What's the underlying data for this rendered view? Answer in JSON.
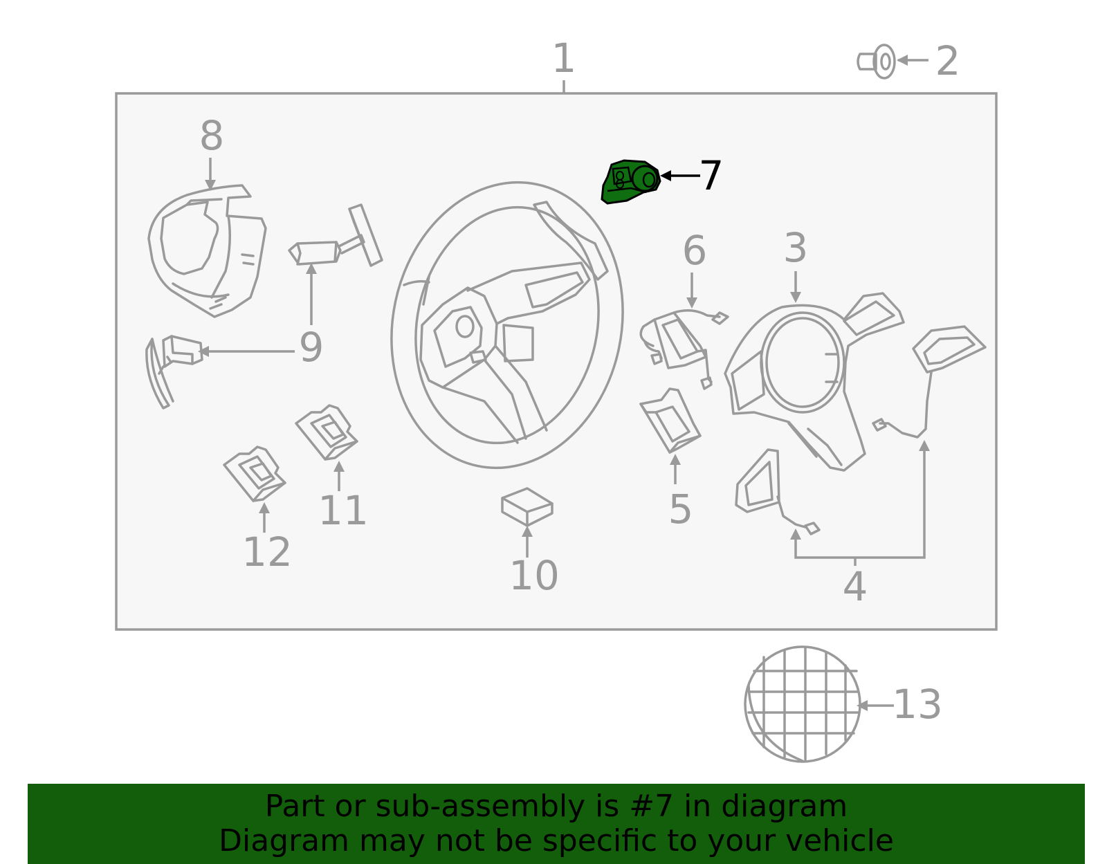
{
  "callouts": [
    {
      "id": "1",
      "text": "1"
    },
    {
      "id": "2",
      "text": "2"
    },
    {
      "id": "3",
      "text": "3"
    },
    {
      "id": "4",
      "text": "4"
    },
    {
      "id": "5",
      "text": "5"
    },
    {
      "id": "6",
      "text": "6"
    },
    {
      "id": "7",
      "text": "7"
    },
    {
      "id": "8",
      "text": "8"
    },
    {
      "id": "9",
      "text": "9"
    },
    {
      "id": "10",
      "text": "10"
    },
    {
      "id": "11",
      "text": "11"
    },
    {
      "id": "12",
      "text": "12"
    },
    {
      "id": "13",
      "text": "13"
    }
  ],
  "highlighted_part": "7",
  "colors": {
    "line": "#9a9a9a",
    "highlight_fill": "#0f6e10",
    "highlight_stroke": "#000000",
    "banner": "#135e0b",
    "panel": "#f7f7f7"
  },
  "banner": {
    "line1": "Part or sub-assembly is #7 in diagram",
    "line2": "Diagram may not be specific to your vehicle"
  }
}
